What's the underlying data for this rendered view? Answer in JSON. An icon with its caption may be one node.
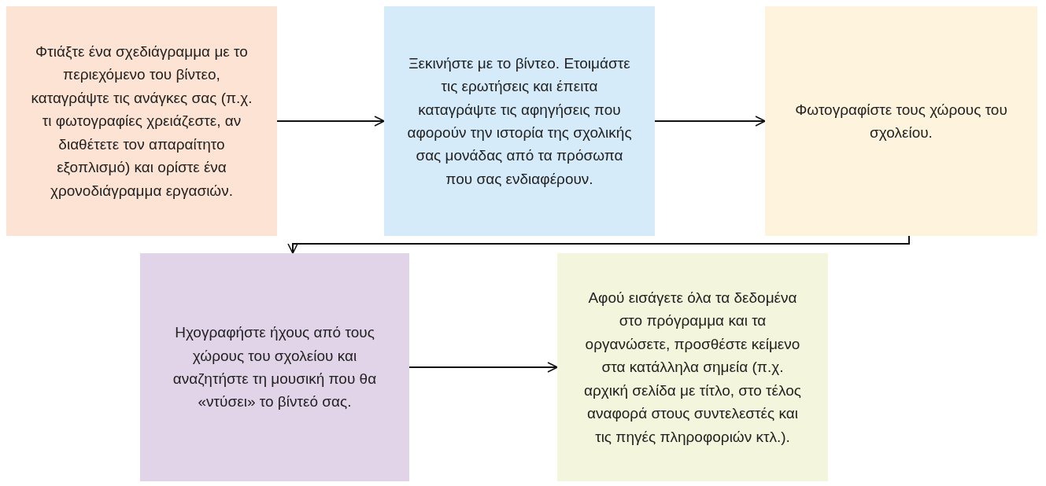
{
  "diagram": {
    "nodes": [
      {
        "text": [
          "Φτιάξτε ένα σχεδιάγραμμα με το περιεχόμενο του βίντεο, καταγράψτε τις ανάγκες σας (π.χ. τι φωτογραφίες χρειάζεστε, αν διαθέτετε τον απαραίτητο εξοπλισμό) και ορίστε ένα χρονοδιάγραμμα εργασιών."
        ]
      },
      {
        "text": [
          "Ξεκινήστε με το βίντεο. Ετοιμάστε τις ερωτήσεις και έπειτα καταγράψτε τις αφηγήσεις που αφορούν την ιστορία της σχολικής σας μονάδας από τα πρόσωπα που σας ενδιαφέρουν."
        ]
      },
      {
        "text": [
          "Φωτογραφίστε τους χώρους του σχολείου."
        ]
      },
      {
        "text": [
          "Ηχογραφήστε ήχους από τους χώρους του σχολείου και αναζητήστε τη μουσική που θα «ντύσει» το βίντεό σας."
        ]
      },
      {
        "text": [
          "Αφού εισάγετε όλα τα δεδομένα στο πρόγραμμα και τα οργανώσετε, προσθέστε κείμενο στα κατάλληλα σημεία (π.χ. αρχική σελίδα με τίτλο, στο τέλος αναφορά στους συντελεστές και τις πηγές πληροφοριών κτλ.)."
        ]
      }
    ],
    "edges": [
      {
        "from": 0,
        "to": 1,
        "arrow": "to"
      },
      {
        "from": 1,
        "to": 2,
        "arrow": "to"
      },
      {
        "from": 2,
        "to": 3,
        "arrow": "to"
      },
      {
        "from": 3,
        "to": 4,
        "arrow": "to"
      }
    ]
  }
}
